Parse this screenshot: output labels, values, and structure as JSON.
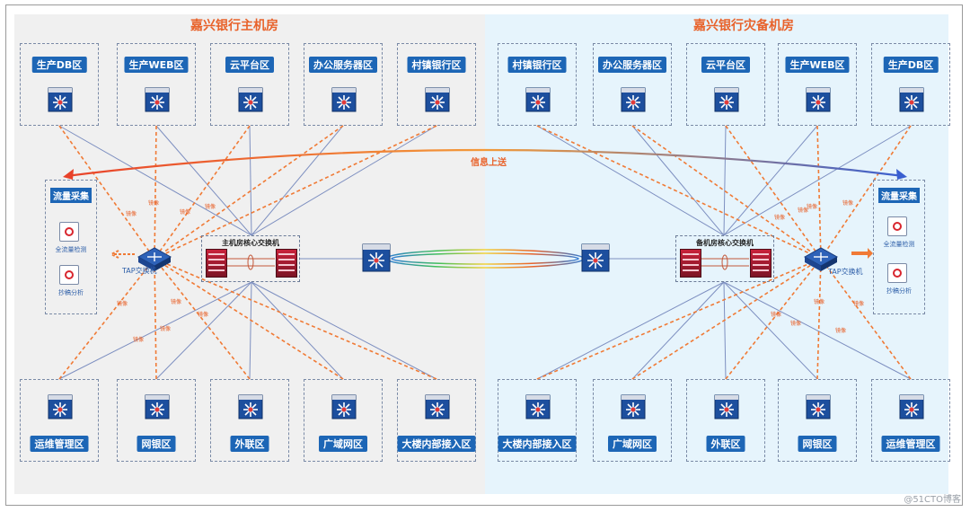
{
  "left_room": {
    "title": "嘉兴银行主机房",
    "top_zones": [
      "生产DB区",
      "生产WEB区",
      "云平台区",
      "办公服务器区",
      "村镇银行区"
    ],
    "bottom_zones": [
      "运维管理区",
      "网银区",
      "外联区",
      "广域网区",
      "大楼内部接入区"
    ],
    "core_label": "主机房核心交换机",
    "tap_label": "TAP交换机",
    "collect": {
      "title": "流量采集",
      "items": [
        "全流量检测",
        "抄稿分析"
      ]
    }
  },
  "right_room": {
    "title": "嘉兴银行灾备机房",
    "top_zones": [
      "村镇银行区",
      "办公服务器区",
      "云平台区",
      "生产WEB区",
      "生产DB区"
    ],
    "bottom_zones": [
      "大楼内部接入区",
      "广域网区",
      "外联区",
      "网银区",
      "运维管理区"
    ],
    "core_label": "备机房核心交换机",
    "tap_label": "TAP交换机",
    "collect": {
      "title": "流量采集",
      "items": [
        "全流量检测",
        "抄稿分析"
      ]
    }
  },
  "link_label": "信息上送",
  "mirror_tag": "镜像",
  "watermark": "@51CTO博客",
  "colors": {
    "title": "#e8622a",
    "label_bg": "#1d66b6",
    "solid_line": "#7d8fc0",
    "dashed_line": "#f07a35",
    "switch_blue": "#1d4f9e"
  }
}
